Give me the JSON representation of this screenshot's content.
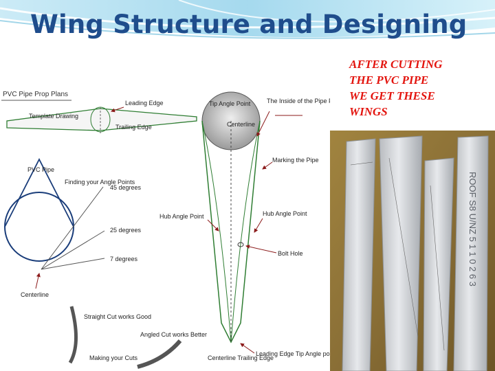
{
  "slide": {
    "title": "Wing Structure and Designing",
    "caption_lines": [
      "AFTER CUTTING",
      "THE PVC PIPE",
      "WE GET THESE",
      "WINGS"
    ]
  },
  "diagram": {
    "heading": "PVC Pipe Prop Plans",
    "labels": {
      "leading_edge": "Leading Edge",
      "template_drawing": "Template Drawing",
      "trailing_edge": "Trailing Edge",
      "tip_angle_point": "Tip Angle Point",
      "centerline": "Centerline",
      "inside_of_pipe": "The Inside of the Pipe Faces the Wind",
      "marking_the_pipe": "Marking the Pipe",
      "pvc_pipe": "PVC Pipe",
      "finding_angle_points": "Finding your Angle Points",
      "deg45": "45 degrees",
      "deg25": "25 degrees",
      "deg7": "7 degrees",
      "hub_angle_point_left": "Hub Angle Point",
      "hub_angle_point_right": "Hub Angle Point",
      "bolt_hole": "Bolt Hole",
      "centerline_bottom_left": "Centerline",
      "straight_cut": "Straight Cut works Good",
      "angled_cut": "Angled Cut works Better",
      "making_cuts": "Making your Cuts",
      "centerline_trailing_edge": "Centerline Trailing Edge",
      "leading_edge_tip": "Leading Edge Tip Angle point"
    }
  },
  "photo": {
    "wing4_print": "ROOF S8 U/NZ 5 1 1 0 2 6 3"
  },
  "colors": {
    "title": "#1f4d8c",
    "caption": "#e3140e",
    "diagram_lines": "#2e7d32",
    "diagram_arrows": "#8b1a1a",
    "photo_background": "#8a6f36"
  }
}
